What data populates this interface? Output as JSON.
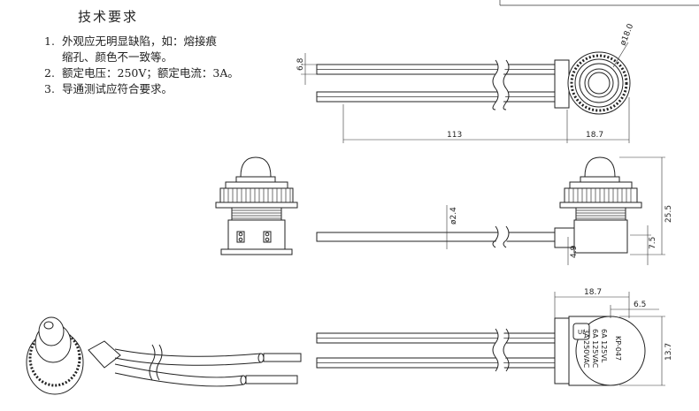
{
  "requirements": {
    "title": "技术要求",
    "items": [
      {
        "num": "1.",
        "line1": "外观应无明显缺陷，如：熔接痕",
        "line2": "缩孔、颜色不一致等。"
      },
      {
        "num": "2.",
        "line1": "额定电压：250V；额定电流：3A。",
        "line2": ""
      },
      {
        "num": "3.",
        "line1": "导通测试应符合要求。",
        "line2": ""
      }
    ]
  },
  "dimensions": {
    "wire_pitch": "6.8",
    "outer_diameter": "ø18.0",
    "wire_length": "113",
    "body_width_top": "18.7",
    "wire_diameter": "ø2.4",
    "total_height": "25.5",
    "wire_offset_left": "4.9",
    "wire_offset_right": "7.5",
    "body_width_bottom": "18.7",
    "label_width": "6.5",
    "body_height": "13.7"
  },
  "label_marks": {
    "model": "KP-047",
    "rating_1": "3A 250VAC",
    "rating_2": "6A 125VAC",
    "rating_3": "6A 125VL",
    "cert": "UL"
  }
}
